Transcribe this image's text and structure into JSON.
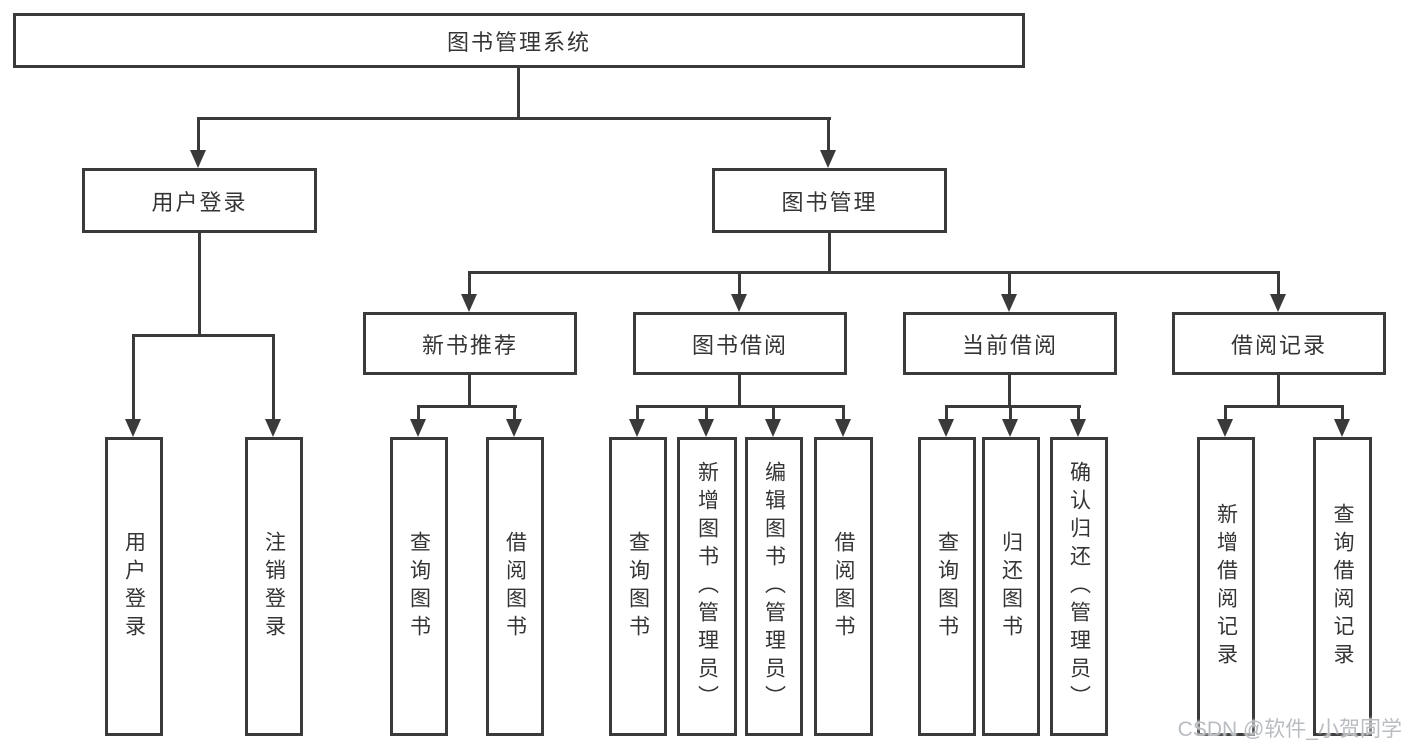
{
  "nodes": {
    "root": "图书管理系统",
    "level2": [
      "用户登录",
      "图书管理"
    ],
    "level3": [
      "新书推荐",
      "图书借阅",
      "当前借阅",
      "借阅记录"
    ],
    "user_login_children": [
      "用户登录",
      "注销登录"
    ],
    "new_book_children": [
      "查询图书",
      "借阅图书"
    ],
    "book_borrow_children": [
      "查询图书",
      "新增图书（管理员）",
      "编辑图书（管理员）",
      "借阅图书"
    ],
    "current_borrow_children": [
      "查询图书",
      "归还图书",
      "确认归还（管理员）"
    ],
    "borrow_record_children": [
      "新增借阅记录",
      "查询借阅记录"
    ]
  },
  "watermark": "CSDN @软件_小贺同学",
  "colors": {
    "line": "#3a3a3a",
    "text": "#353535",
    "watermark": "#b9bdc2",
    "background": "#ffffff"
  }
}
